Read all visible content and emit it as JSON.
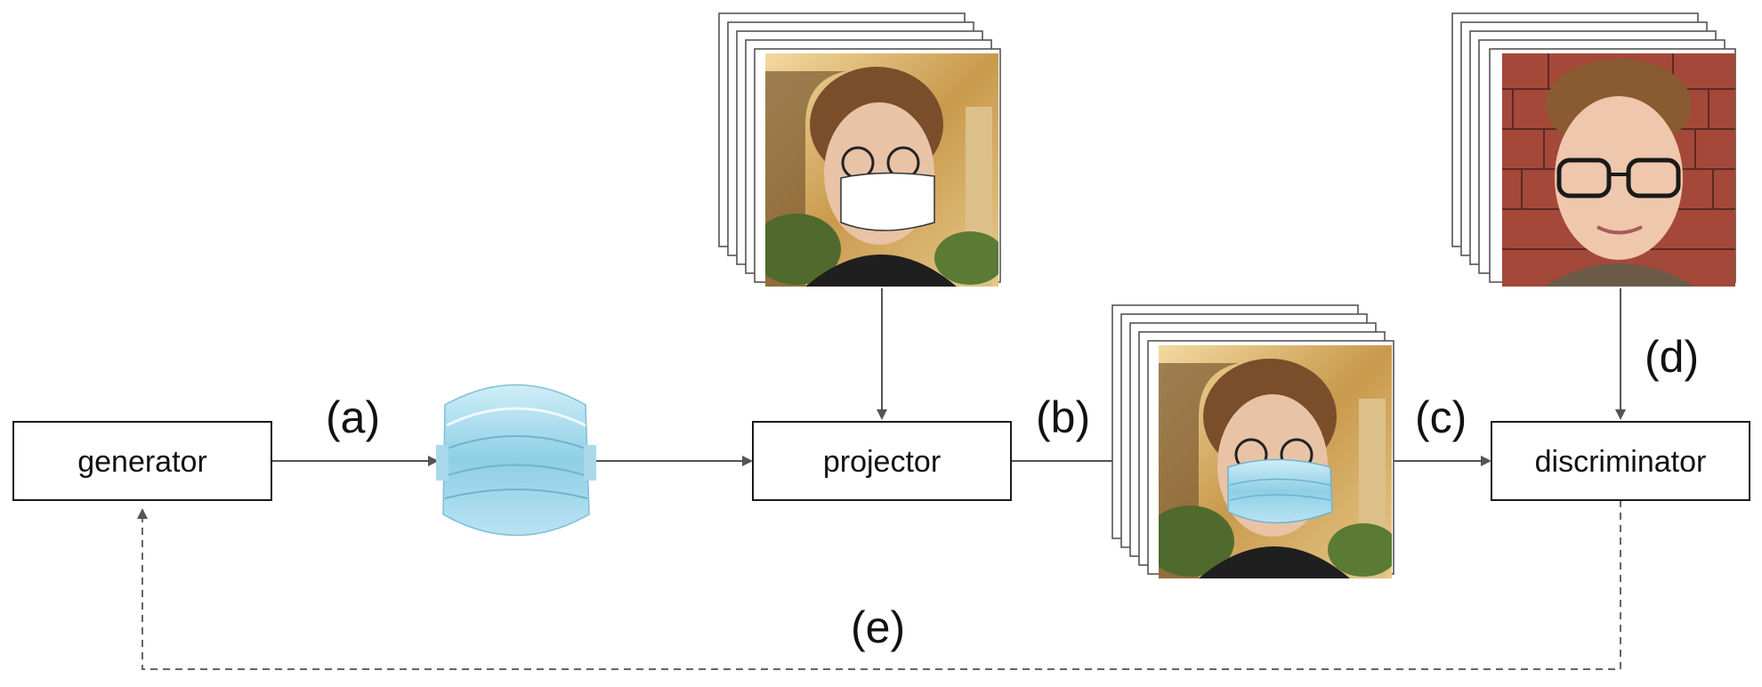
{
  "nodes": {
    "generator": "generator",
    "projector": "projector",
    "discriminator": "discriminator"
  },
  "edge_labels": {
    "a": "(a)",
    "b": "(b)",
    "c": "(c)",
    "d": "(d)",
    "e": "(e)"
  },
  "images": {
    "mask": "surgical-mask-photo",
    "masked_face_input": "face-photo-with-blanked-mouth-region",
    "projected_output": "face-photo-with-projected-mask",
    "real_face": "real-face-photo"
  },
  "colors": {
    "line": "#555555",
    "box_stroke": "#1a1a1a",
    "mask_blue": "#8ecfe6",
    "brick": "#a4483a"
  }
}
